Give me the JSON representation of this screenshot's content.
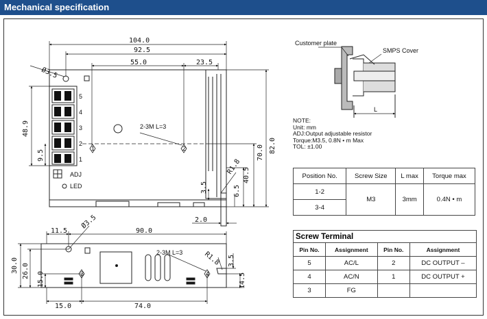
{
  "header": {
    "title": "Mechanical specification"
  },
  "drawing_top": {
    "dims": {
      "d104": "104.0",
      "d92_5": "92.5",
      "d55": "55.0",
      "d23_5": "23.5",
      "d3_5_hole": "3.5",
      "d48_9": "48.9",
      "d9_5": "9.5",
      "d82": "82.0",
      "d70": "70.0",
      "d40_5": "40.5",
      "d6_5": "6.5",
      "d3_5_side": "3.5",
      "d2_0": "2.0",
      "r1_8": "R1.8"
    },
    "screw_note": "2-3M L=3",
    "terminal_numbers": [
      "5",
      "4",
      "3",
      "2",
      "1"
    ],
    "adj_label": "ADJ",
    "led_label": "LED",
    "markers": [
      "1",
      "2"
    ]
  },
  "drawing_bottom": {
    "dims": {
      "d11_5": "11.5",
      "d3_5_hole": "3.5",
      "d90": "90.0",
      "d30": "30.0",
      "d26": "26.0",
      "d15_v": "15.0",
      "d15_h": "15.0",
      "d74": "74.0",
      "d14_5": "14.5",
      "d3_5_side": "3.5",
      "r1_8": "R1.8"
    },
    "screw_note": "2-3M L=3",
    "markers": [
      "3",
      "4"
    ]
  },
  "detail": {
    "customer_plate": "Customer plate",
    "smps_cover": "SMPS Cover",
    "l_label": "L"
  },
  "note": {
    "title": "NOTE:",
    "lines": [
      "Unit: mm",
      "ADJ:Output adjustable resistor",
      "Torque:M3.5, 0.8N • m Max",
      "TOL: ±1.00"
    ]
  },
  "position_table": {
    "headers": [
      "Position No.",
      "Screw Size",
      "L max",
      "Torque max"
    ],
    "rows": [
      {
        "pos": "1-2",
        "screw": "M3",
        "lmax": "3mm",
        "torque": "0.4N • m"
      },
      {
        "pos": "3-4"
      }
    ]
  },
  "screw_terminal": {
    "title": "Screw Terminal",
    "headers": [
      "Pin No.",
      "Assignment",
      "Pin No.",
      "Assignment"
    ],
    "rows": [
      [
        "5",
        "AC/L",
        "2",
        "DC OUTPUT –"
      ],
      [
        "4",
        "AC/N",
        "1",
        "DC OUTPUT +"
      ],
      [
        "3",
        "FG",
        "",
        ""
      ]
    ]
  }
}
